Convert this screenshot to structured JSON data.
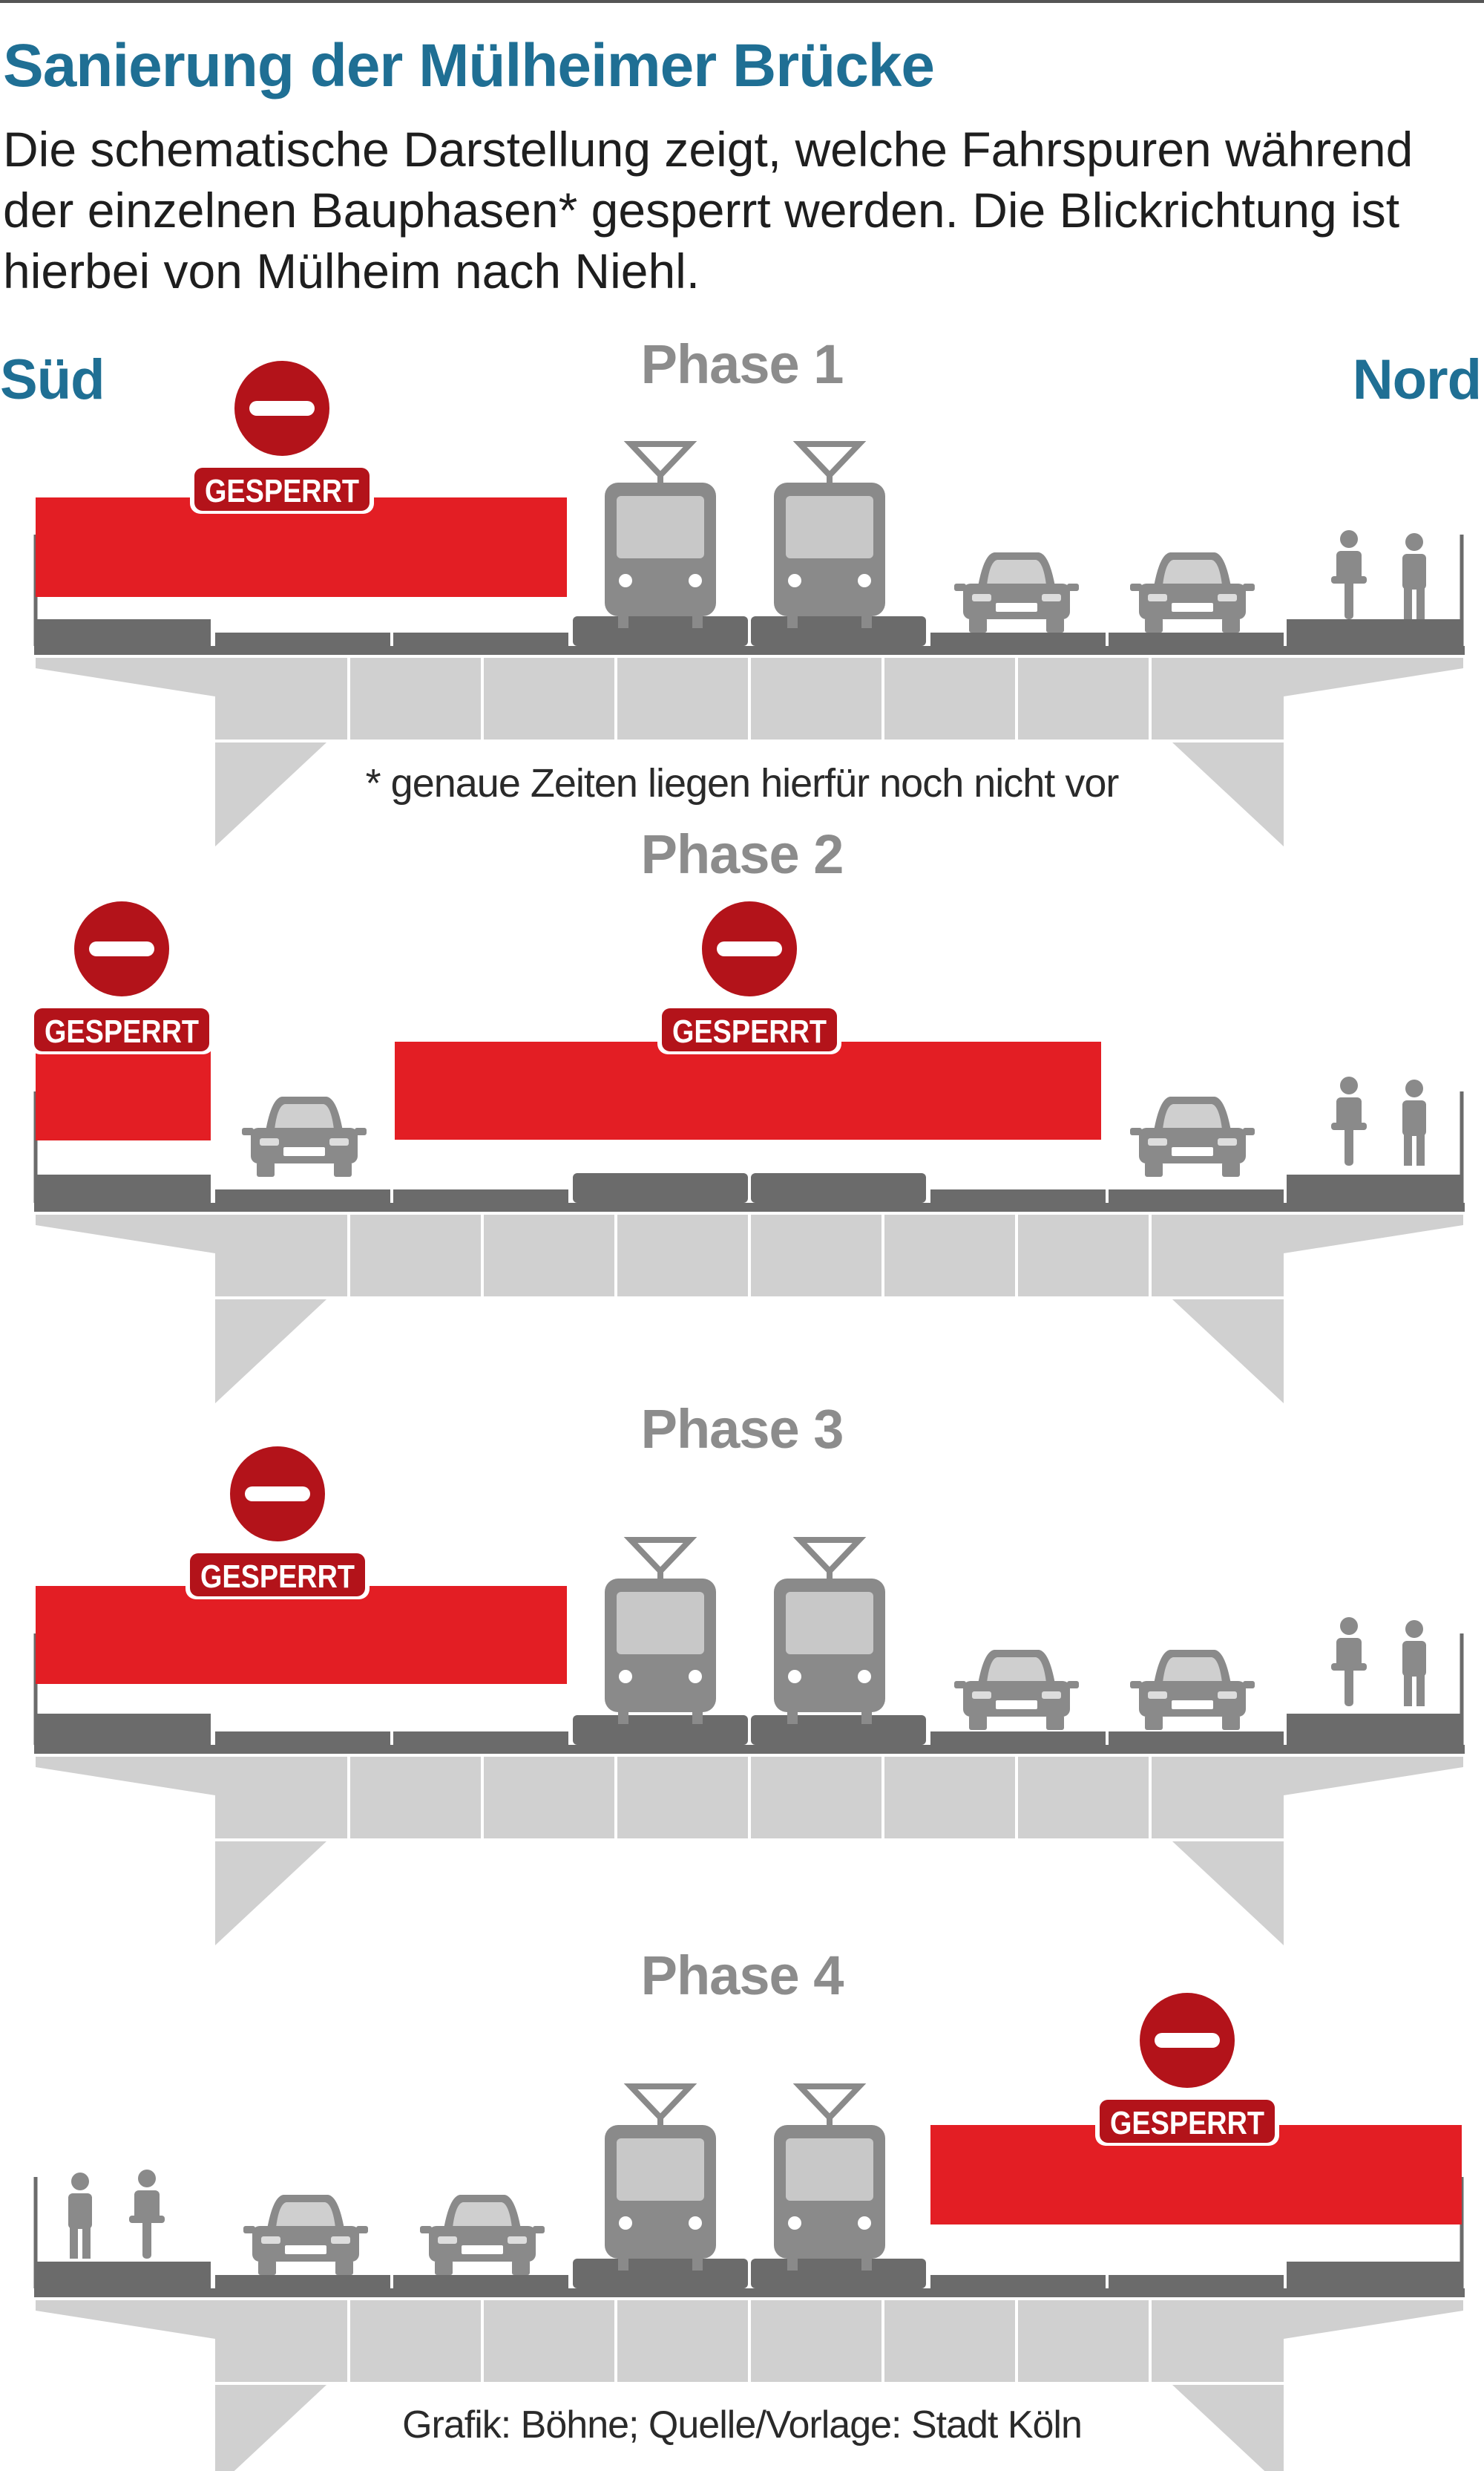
{
  "header": {
    "title": "Sanierung der Mülheimer Brücke",
    "subtitle": "Die schematische Darstellung zeigt, welche Fahrspuren während der einzelnen Bauphasen* gesperrt werden. Die Blickrichtung ist hierbei von Mülheim nach Niehl."
  },
  "directions": {
    "south": "Süd",
    "north": "Nord"
  },
  "closed_label": "GESPERRT",
  "footnote": "* genaue Zeiten liegen hierfür noch nicht vor",
  "credit": "Grafik: Böhne; Quelle/Vorlage: Stadt Köln",
  "colors": {
    "closed_red": "#e31e24",
    "lane_gray": "#6b6b6b",
    "bridge_gray": "#d0d0d0",
    "vehicle_gray": "#8a8a8a",
    "heading_blue": "#1f6f94"
  },
  "icons": [
    "no-entry-sign-icon",
    "tram-icon",
    "car-icon",
    "cyclist-icon",
    "pedestrian-icon"
  ],
  "phases": [
    {
      "label": "Phase 1"
    },
    {
      "label": "Phase 2"
    },
    {
      "label": "Phase 3"
    },
    {
      "label": "Phase 4"
    }
  ]
}
